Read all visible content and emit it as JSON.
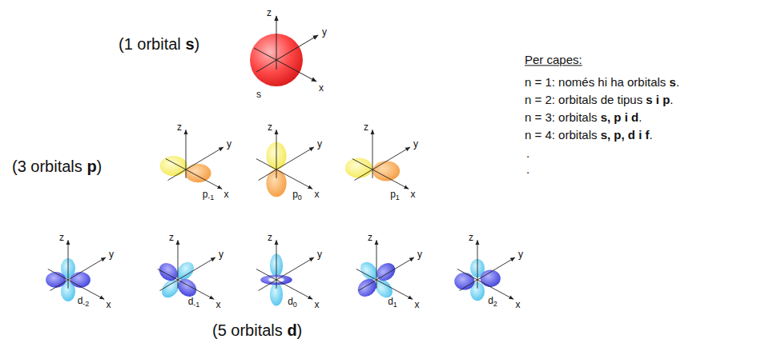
{
  "diagram": {
    "labels": [
      "(1 orbital s)",
      "(3 orbitals p)",
      "(5 orbitals d)",
      "z",
      "y",
      "x",
      "s",
      "z",
      "y",
      "x",
      "p-1",
      "z",
      "y",
      "x",
      "p0",
      "z",
      "y",
      "x",
      "p1",
      "z",
      "y",
      "x",
      "d-2",
      "z",
      "y",
      "x",
      "d-1",
      "z",
      "y",
      "x",
      "d0",
      "z",
      "y",
      "x",
      "d1",
      "z",
      "y",
      "x",
      "d2",
      "Per capes:",
      "n = 1: només hi ha orbitals s.",
      "n = 2: orbitals de tipus s i p.",
      "n = 3: orbitals s, p i d.",
      "n = 4: orbitals s, p, d i f.",
      ".",
      "."
    ]
  }
}
